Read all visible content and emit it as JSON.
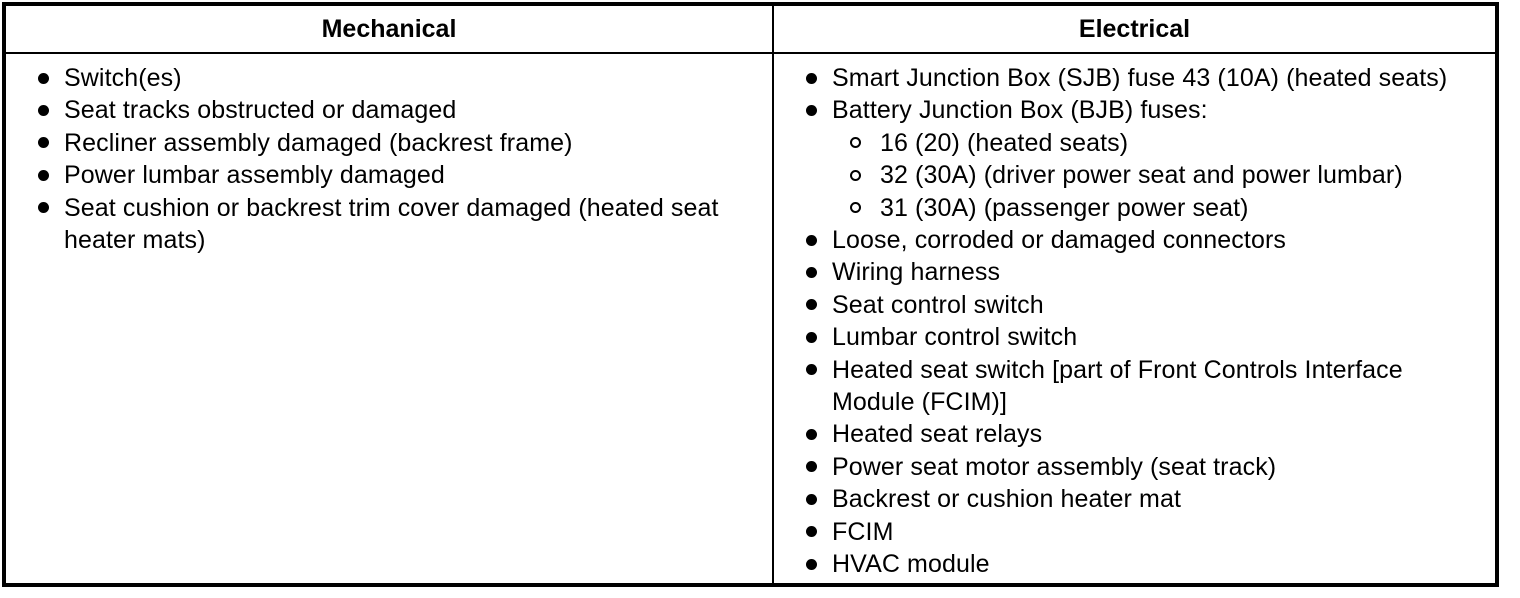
{
  "colors": {
    "background": "#ffffff",
    "border": "#000000",
    "text": "#000000"
  },
  "table": {
    "columns": [
      {
        "header": "Mechanical",
        "items": [
          {
            "level": 1,
            "text": "Switch(es)"
          },
          {
            "level": 1,
            "text": "Seat tracks obstructed or damaged"
          },
          {
            "level": 1,
            "text": "Recliner assembly damaged (backrest frame)"
          },
          {
            "level": 1,
            "text": "Power lumbar assembly damaged"
          },
          {
            "level": 1,
            "text": "Seat cushion or backrest trim cover damaged (heated seat heater mats)"
          }
        ]
      },
      {
        "header": "Electrical",
        "items": [
          {
            "level": 1,
            "text": "Smart Junction Box (SJB) fuse 43 (10A) (heated seats)"
          },
          {
            "level": 1,
            "text": "Battery Junction Box (BJB) fuses:"
          },
          {
            "level": 2,
            "text": "16 (20) (heated seats)"
          },
          {
            "level": 2,
            "text": "32 (30A) (driver power seat and power lumbar)"
          },
          {
            "level": 2,
            "text": "31 (30A) (passenger power seat)"
          },
          {
            "level": 1,
            "text": "Loose, corroded or damaged connectors"
          },
          {
            "level": 1,
            "text": "Wiring harness"
          },
          {
            "level": 1,
            "text": "Seat control switch"
          },
          {
            "level": 1,
            "text": "Lumbar control switch"
          },
          {
            "level": 1,
            "text": "Heated seat switch [part of Front Controls Interface Module (FCIM)]"
          },
          {
            "level": 1,
            "text": "Heated seat relays"
          },
          {
            "level": 1,
            "text": "Power seat motor assembly (seat track)"
          },
          {
            "level": 1,
            "text": "Backrest or cushion heater mat"
          },
          {
            "level": 1,
            "text": "FCIM"
          },
          {
            "level": 1,
            "text": "HVAC module"
          }
        ]
      }
    ]
  }
}
